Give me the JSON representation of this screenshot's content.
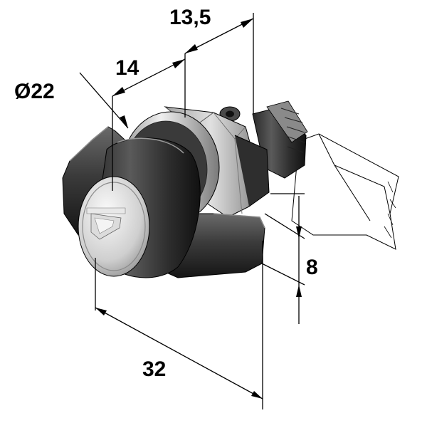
{
  "drawing": {
    "dimensions": {
      "d_width_13_5": "13,5",
      "d_width_14": "14",
      "d_diameter": "Ø22",
      "d_height_8": "8",
      "d_length_32": "32"
    },
    "colors": {
      "handle": "#3a3a3a",
      "metal": "#c8c8c8",
      "line": "#000000"
    }
  }
}
